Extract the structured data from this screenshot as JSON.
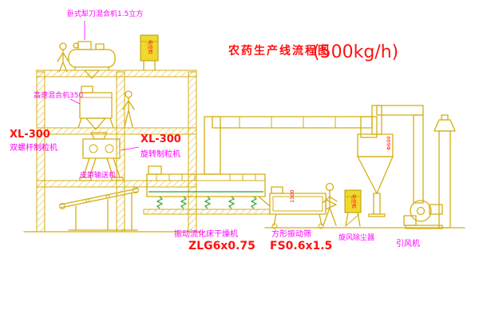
{
  "title": {
    "main": "农药生产线流程图",
    "capacity": "(500kg/h)"
  },
  "colors": {
    "machine_line": "#d4ae10",
    "detail_green": "#2aa52a",
    "label_magenta": "#ff00ff",
    "title_red": "#ff1111"
  },
  "labels": {
    "top_mixer": "卧式犁刀混合机1.5立方",
    "high_speed_mixer": "高速混合机350",
    "left_model": "XL-300",
    "left_machine": "双螺杆制粒机",
    "center_model": "XL-300",
    "center_machine": "旋转制粒机",
    "belt_conveyor": "皮带输送机",
    "dryer": "振动流化床干燥机",
    "dryer_model": "ZLG6x0.75",
    "screen": "方形振动筛",
    "screen_model": "FS0.6x1.5",
    "cyclone": "旋风除尘器",
    "fan": "引风机",
    "control_box_1": "电控柜",
    "control_box_2": "电控柜",
    "screen_dim": "1500",
    "cyclone_dim": "Φ600"
  }
}
